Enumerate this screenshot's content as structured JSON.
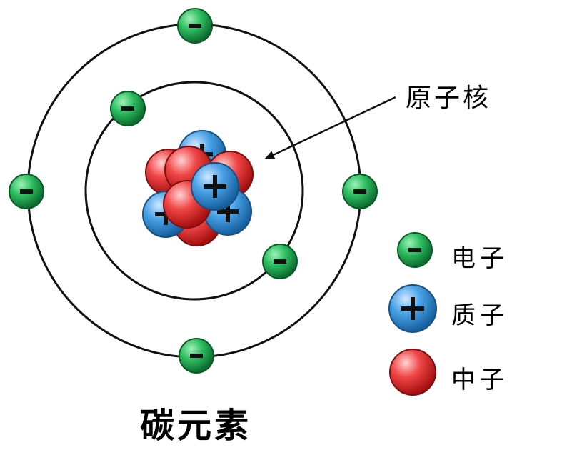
{
  "title": "碳元素",
  "annotation": {
    "label": "原子核"
  },
  "legend": {
    "electron_label": "电子",
    "proton_label": "质子",
    "neutron_label": "中子"
  },
  "counts": {
    "inner_shell_electrons": 2,
    "outer_shell_electrons": 4
  },
  "colors": {
    "electron": "#1e9a4a",
    "proton": "#2f88cf",
    "neutron": "#d92a2a",
    "orbit": "#111111",
    "text": "#000000"
  },
  "icons": {
    "electron": "minus-icon",
    "proton": "plus-icon"
  }
}
